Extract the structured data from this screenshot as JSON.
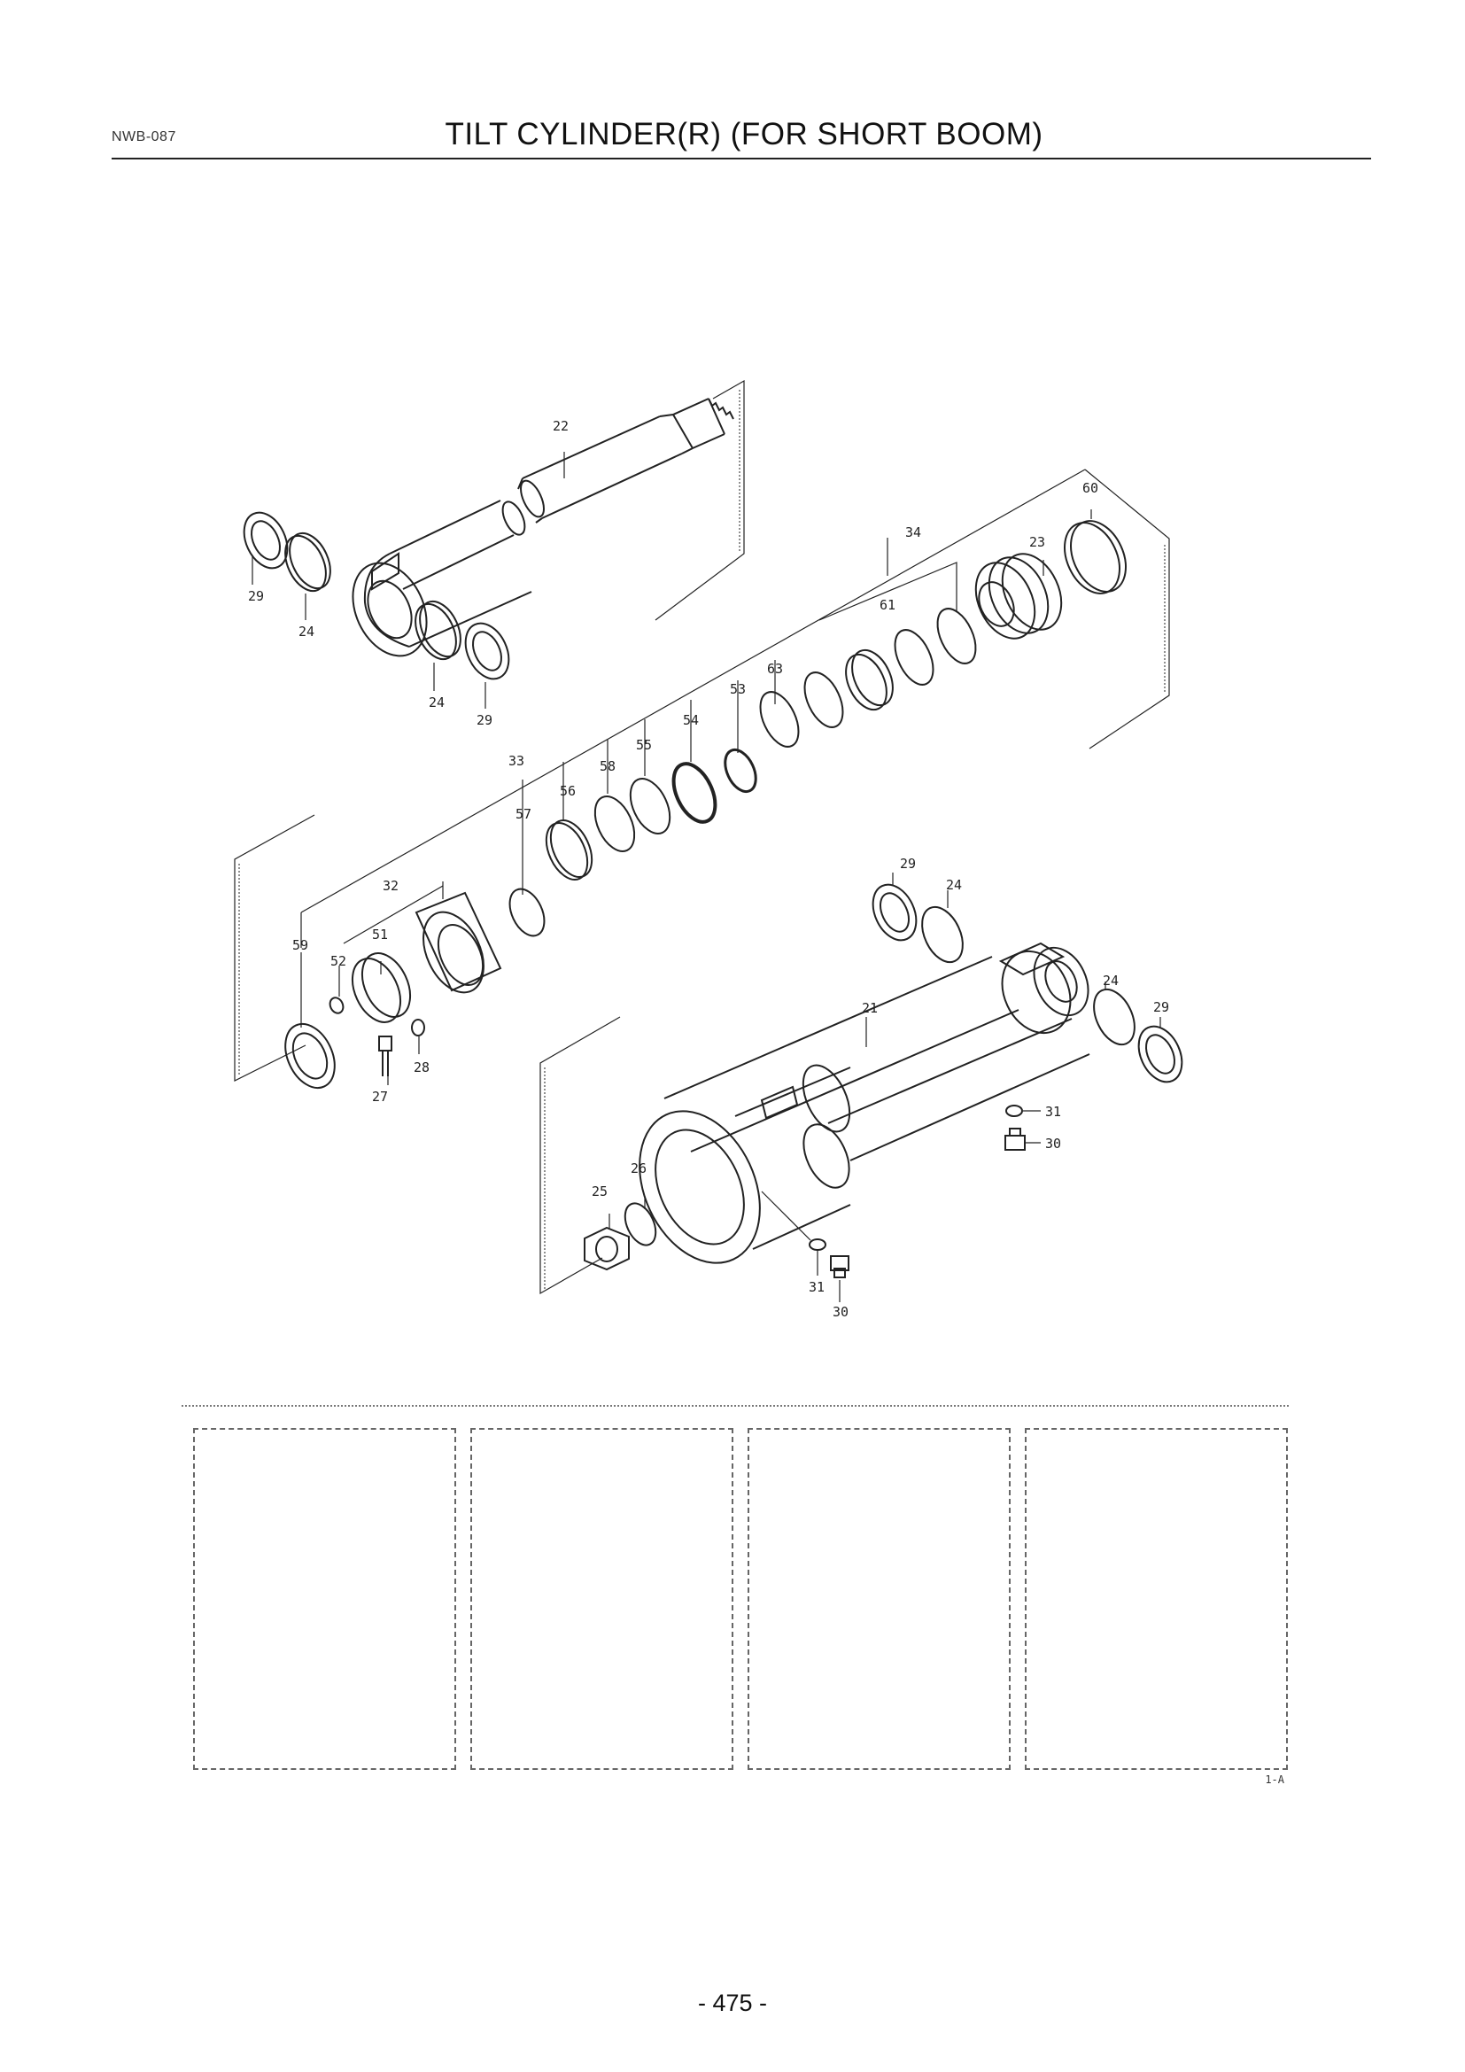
{
  "header": {
    "code": "NWB-087",
    "title": "TILT CYLINDER(R) (FOR SHORT BOOM)"
  },
  "callouts": {
    "c22": "22",
    "c29a": "29",
    "c24a": "24",
    "c24b": "24",
    "c29b": "29",
    "c60": "60",
    "c34": "34",
    "c23": "23",
    "c61": "61",
    "c63": "63",
    "c53": "53",
    "c54": "54",
    "c55": "55",
    "c58": "58",
    "c56": "56",
    "c33": "33",
    "c57": "57",
    "c32": "32",
    "c51": "51",
    "c52": "52",
    "c59": "59",
    "c27": "27",
    "c28": "28",
    "c29c": "29",
    "c24c": "24",
    "c21": "21",
    "c24d": "24",
    "c29d": "29",
    "c31a": "31",
    "c30a": "30",
    "c26": "26",
    "c25": "25",
    "c31b": "31",
    "c30b": "30"
  },
  "footer": {
    "figure_ref": "1-A",
    "page_number": "- 475 -"
  }
}
